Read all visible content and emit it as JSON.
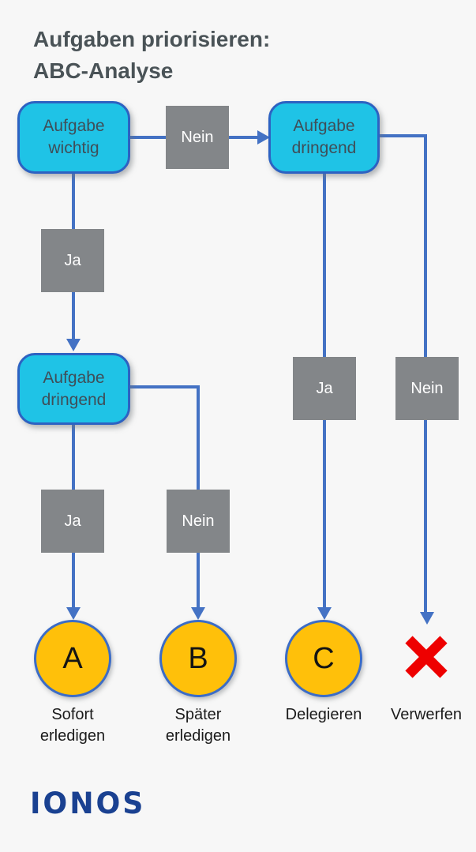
{
  "title": {
    "line1": "Aufgaben priorisieren:",
    "line2": "ABC-Analyse"
  },
  "flow": {
    "decisions": [
      {
        "id": "task-important",
        "label": "Aufgabe wichtig"
      },
      {
        "id": "task-urgent-top",
        "label": "Aufgabe dringend"
      },
      {
        "id": "task-urgent-left",
        "label": "Aufgabe dringend"
      }
    ],
    "connector_labels": {
      "important_no": "Nein",
      "important_yes": "Ja",
      "urgent_top_yes": "Ja",
      "urgent_top_no": "Nein",
      "urgent_left_yes": "Ja",
      "urgent_left_no": "Nein"
    },
    "outcomes": [
      {
        "letter": "A",
        "label": "Sofort erledigen"
      },
      {
        "letter": "B",
        "label": "Später erledigen"
      },
      {
        "letter": "C",
        "label": "Delegieren"
      },
      {
        "icon": "red-cross",
        "label": "Verwerfen"
      }
    ]
  },
  "footer": {
    "logo": "IONOS"
  },
  "colors": {
    "background": "#f7f7f7",
    "node_fill_cyan": "#1fc3e6",
    "node_border_blue": "#2d62c2",
    "connector_blue": "#4472c4",
    "label_box_gray": "#838689",
    "outcome_fill_amber": "#ffc00a",
    "outcome_border_blue": "#3b6cc7",
    "reject_red": "#ee0000",
    "title_text": "#4a5357",
    "logo_navy": "#1a4191"
  }
}
